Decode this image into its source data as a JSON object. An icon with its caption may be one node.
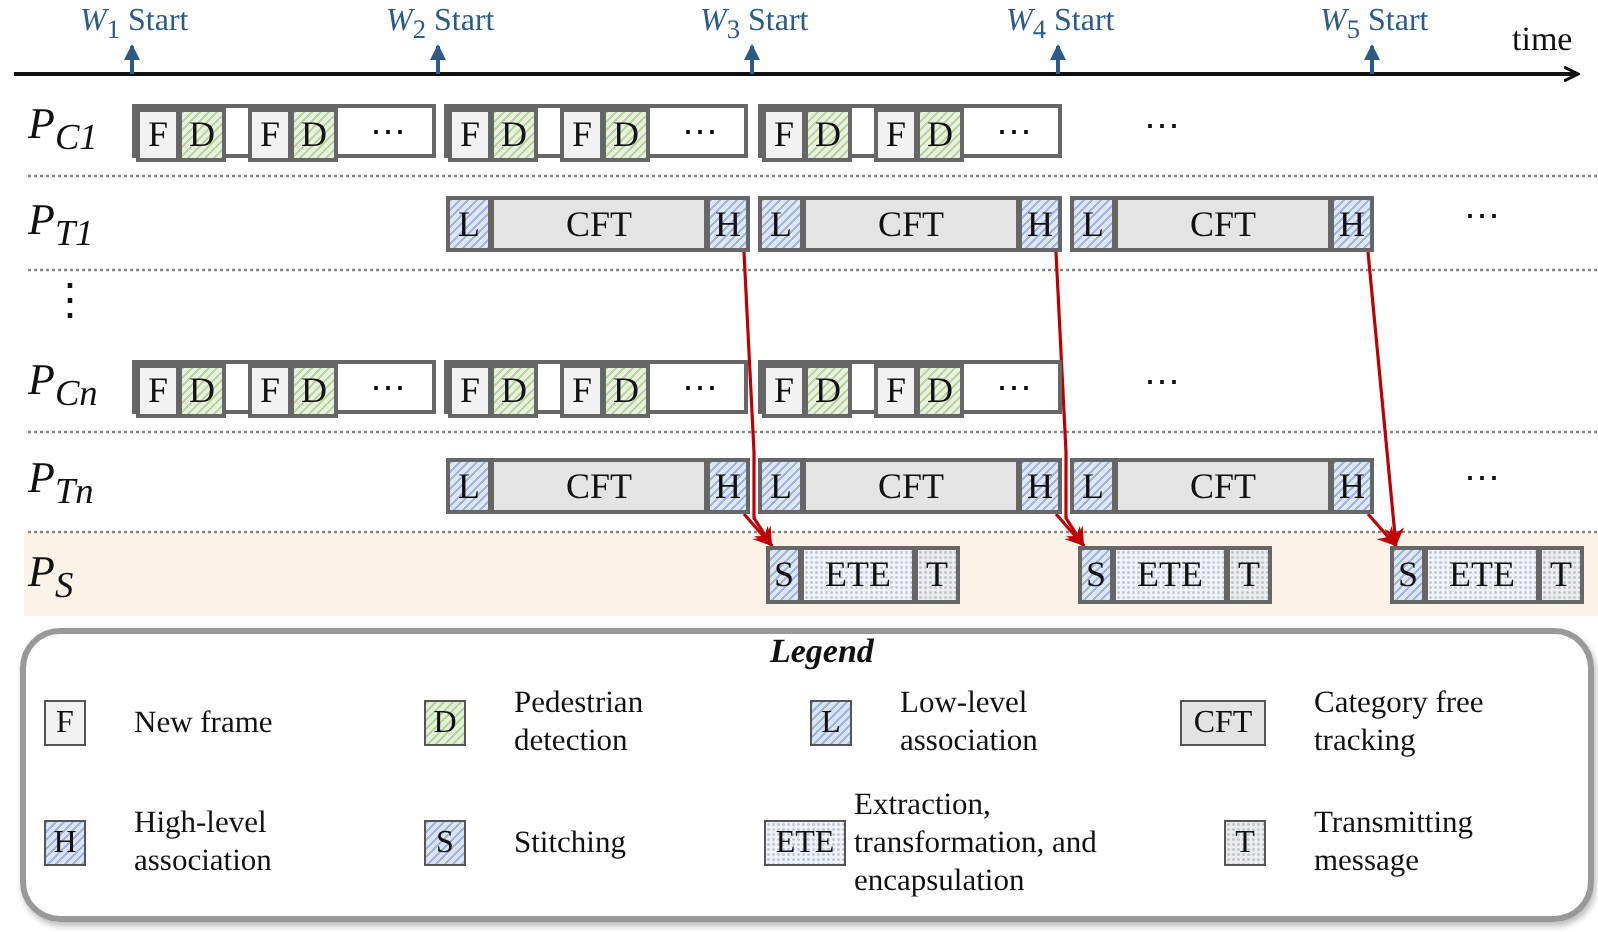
{
  "diagram": {
    "nodes": [
      {
        "text": [
          "⋯"
        ]
      },
      {
        "text": [
          "F"
        ],
        "in": 0
      },
      {
        "text": [
          "D"
        ],
        "in": 0
      },
      {
        "text": [
          "F"
        ],
        "in": 0
      },
      {
        "text": [
          "D"
        ],
        "in": 0
      },
      {
        "text": [
          "⋯"
        ]
      },
      {
        "text": [
          "F"
        ],
        "in": 5
      },
      {
        "text": [
          "D"
        ],
        "in": 5
      },
      {
        "text": [
          "F"
        ],
        "in": 5
      },
      {
        "text": [
          "D"
        ],
        "in": 5
      },
      {
        "text": [
          "⋯"
        ]
      },
      {
        "text": [
          "F"
        ],
        "in": 10
      },
      {
        "text": [
          "D"
        ],
        "in": 10
      },
      {
        "text": [
          "F"
        ],
        "in": 10
      },
      {
        "text": [
          "D"
        ],
        "in": 10
      },
      {
        "text": [
          "L"
        ]
      },
      {
        "text": [
          "CFT"
        ]
      },
      {
        "text": [
          "H"
        ]
      },
      {
        "text": [
          "L"
        ]
      },
      {
        "text": [
          "CFT"
        ]
      },
      {
        "text": [
          "H"
        ]
      },
      {
        "text": [
          "L"
        ]
      },
      {
        "text": [
          "CFT"
        ]
      },
      {
        "text": [
          "H"
        ]
      },
      {
        "text": [
          "⋯"
        ]
      },
      {
        "text": [
          "F"
        ],
        "in": 24
      },
      {
        "text": [
          "D"
        ],
        "in": 24
      },
      {
        "text": [
          "F"
        ],
        "in": 24
      },
      {
        "text": [
          "D"
        ],
        "in": 24
      },
      {
        "text": [
          "⋯"
        ]
      },
      {
        "text": [
          "F"
        ],
        "in": 29
      },
      {
        "text": [
          "D"
        ],
        "in": 29
      },
      {
        "text": [
          "F"
        ],
        "in": 29
      },
      {
        "text": [
          "D"
        ],
        "in": 29
      },
      {
        "text": [
          "⋯"
        ]
      },
      {
        "text": [
          "F"
        ],
        "in": 34
      },
      {
        "text": [
          "D"
        ],
        "in": 34
      },
      {
        "text": [
          "F"
        ],
        "in": 34
      },
      {
        "text": [
          "D"
        ],
        "in": 34
      },
      {
        "text": [
          "L"
        ]
      },
      {
        "text": [
          "CFT"
        ]
      },
      {
        "text": [
          "H"
        ]
      },
      {
        "text": [
          "L"
        ]
      },
      {
        "text": [
          "CFT"
        ]
      },
      {
        "text": [
          "H"
        ]
      },
      {
        "text": [
          "L"
        ]
      },
      {
        "text": [
          "CFT"
        ]
      },
      {
        "text": [
          "H"
        ]
      },
      {
        "text": [
          "S"
        ]
      },
      {
        "text": [
          "ETE"
        ]
      },
      {
        "text": [
          "T"
        ]
      },
      {
        "text": [
          "S"
        ]
      },
      {
        "text": [
          "ETE"
        ]
      },
      {
        "text": [
          "T"
        ]
      },
      {
        "text": [
          "S"
        ]
      },
      {
        "text": [
          "ETE"
        ]
      },
      {
        "text": [
          "T"
        ]
      }
    ],
    "edges": [
      {
        "from": 17,
        "to": 48,
        "arrow": "to"
      },
      {
        "from": 41,
        "to": 48,
        "arrow": "to"
      },
      {
        "from": 20,
        "to": 51,
        "arrow": "to"
      },
      {
        "from": 44,
        "to": 51,
        "arrow": "to"
      },
      {
        "from": 23,
        "to": 54,
        "arrow": "to"
      },
      {
        "from": 47,
        "to": 54,
        "arrow": "to"
      }
    ],
    "labels": [
      "*W*$_{1}$ Start",
      "*W*$_{2}$ Start",
      "*W*$_{3}$ Start",
      "*W*$_{4}$ Start",
      "*W*$_{5}$ Start",
      "time",
      "P$_{C1}$",
      "⋯",
      "P$_{T1}$",
      "⋯",
      "⋮",
      "P$_{Cn}$",
      "⋯",
      "P$_{Tn}$",
      "⋯",
      "P$_{S}$",
      "Legend",
      "F",
      "D",
      "L",
      "CFT",
      "H",
      "S",
      "ETE",
      "T"
    ],
    "legend": [
      {
        "text": "New frame",
        "color": "#f2f2f2"
      },
      {
        "text": "Pedestrian detection",
        "color": "#e3efd8"
      },
      {
        "text": "Low-level association",
        "color": "#dbe4f3"
      },
      {
        "text": "Category free tracking",
        "color": "#e3e3e3"
      },
      {
        "text": "High-level association",
        "color": "#dbe4f3"
      },
      {
        "text": "Stitching",
        "color": "#dbe4f3"
      },
      {
        "text": "Extraction, transformation, and encapsulation",
        "color": "#eef3fa"
      },
      {
        "text": "Transmitting message",
        "color": "#ececec"
      }
    ]
  }
}
